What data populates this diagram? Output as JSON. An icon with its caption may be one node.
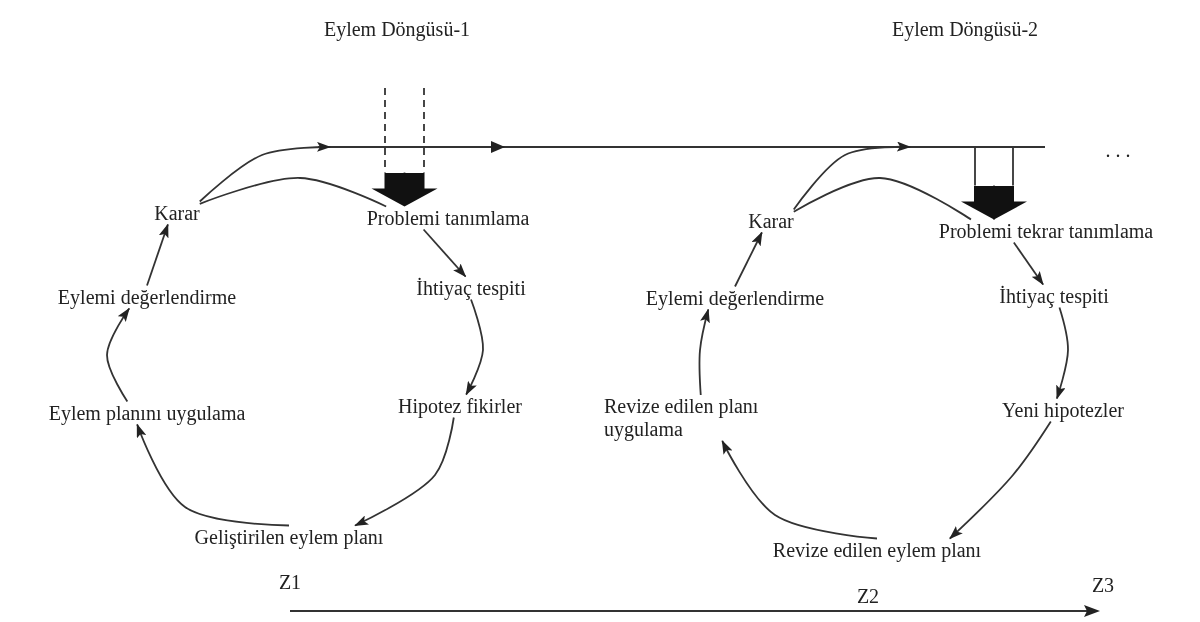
{
  "diagram": {
    "nodes": [
      {
        "text": [
          "Karar"
        ]
      },
      {
        "text": [
          "Problemi tanımlama"
        ]
      },
      {
        "text": [
          "İhtiyaç tespiti"
        ]
      },
      {
        "text": [
          "Hipotez fikirler"
        ]
      },
      {
        "text": [
          "Geliştirilen eylem planı"
        ]
      },
      {
        "text": [
          "Eylem planını uygulama"
        ]
      },
      {
        "text": [
          "Eylemi değerlendirme"
        ]
      },
      {
        "text": [
          "Karar"
        ]
      },
      {
        "text": [
          "Problemi tekrar tanımlama"
        ]
      },
      {
        "text": [
          "İhtiyaç tespiti"
        ]
      },
      {
        "text": [
          "Yeni hipotezler"
        ]
      },
      {
        "text": [
          "Revize edilen eylem planı"
        ]
      },
      {
        "text": [
          "Revize edilen planı uygulama"
        ]
      },
      {
        "text": [
          "Eylemi değerlendirme"
        ]
      }
    ],
    "edges": [
      {
        "from": 0,
        "to": null,
        "arrow": "to"
      },
      {
        "from": 0,
        "to": 1,
        "arrow": "none"
      },
      {
        "from": null,
        "to": 1,
        "arrow": "to",
        "style": "dashed"
      },
      {
        "from": 1,
        "to": 2,
        "arrow": "to"
      },
      {
        "from": 2,
        "to": 3,
        "arrow": "to"
      },
      {
        "from": 3,
        "to": 4,
        "arrow": "to"
      },
      {
        "from": 4,
        "to": 5,
        "arrow": "to"
      },
      {
        "from": 5,
        "to": 6,
        "arrow": "to"
      },
      {
        "from": 6,
        "to": 0,
        "arrow": "to"
      },
      {
        "from": 7,
        "to": null,
        "arrow": "to"
      },
      {
        "from": 7,
        "to": 8,
        "arrow": "none"
      },
      {
        "from": null,
        "to": 8,
        "arrow": "to"
      },
      {
        "from": 8,
        "to": 9,
        "arrow": "to"
      },
      {
        "from": 9,
        "to": 10,
        "arrow": "to"
      },
      {
        "from": 10,
        "to": 11,
        "arrow": "to"
      },
      {
        "from": 11,
        "to": 12,
        "arrow": "to"
      },
      {
        "from": 12,
        "to": 13,
        "arrow": "to"
      },
      {
        "from": 13,
        "to": 7,
        "arrow": "to"
      }
    ],
    "labels": [
      "Eylem Döngüsü-1",
      "Eylem Döngüsü-2",
      ". . .",
      "Z1",
      "Z2",
      "Z3"
    ]
  }
}
